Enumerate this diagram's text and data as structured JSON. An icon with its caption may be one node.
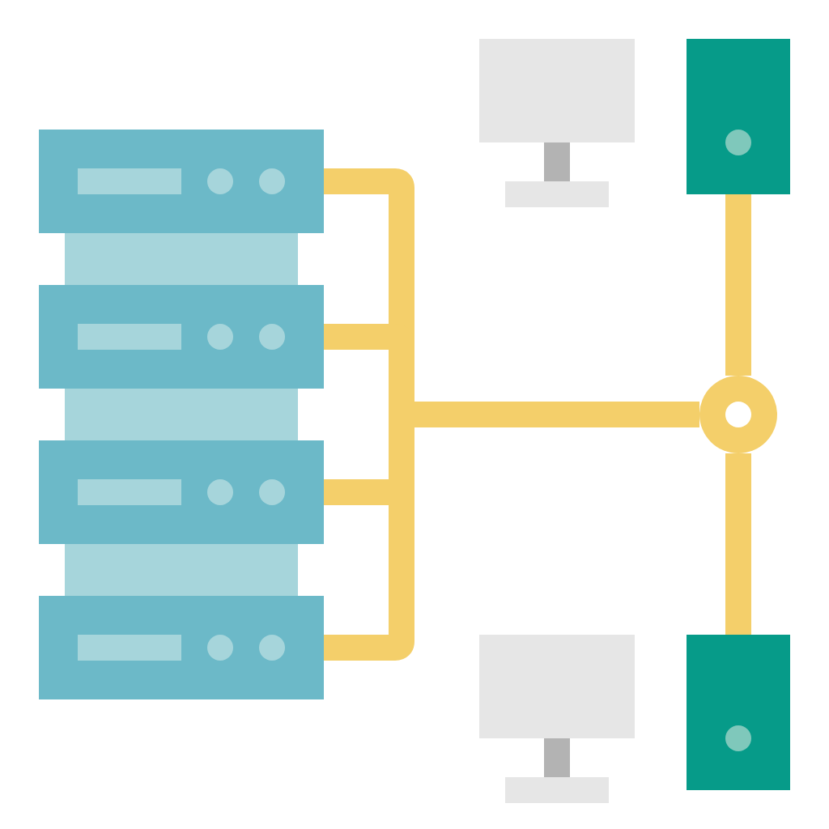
{
  "diagram": {
    "nodes": [
      {
        "text": [],
        "shape": "box"
      },
      {
        "text": [],
        "shape": "box"
      },
      {
        "text": [],
        "shape": "box"
      },
      {
        "text": [],
        "shape": "box"
      },
      {
        "text": [],
        "shape": "circle"
      },
      {
        "text": [],
        "shape": "box"
      },
      {
        "text": [],
        "shape": "box"
      }
    ],
    "edges": [
      {
        "from": 0,
        "to": 4,
        "arrow": "none"
      },
      {
        "from": 1,
        "to": 4,
        "arrow": "none"
      },
      {
        "from": 2,
        "to": 4,
        "arrow": "none"
      },
      {
        "from": 3,
        "to": 4,
        "arrow": "none"
      },
      {
        "from": 4,
        "to": 5,
        "arrow": "none"
      },
      {
        "from": 4,
        "to": 6,
        "arrow": "none"
      }
    ]
  }
}
